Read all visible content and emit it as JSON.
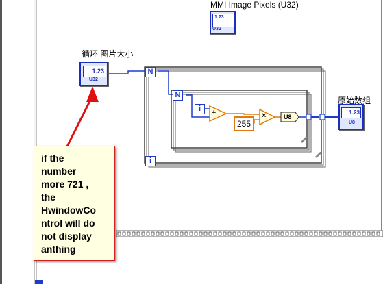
{
  "labels": {
    "mmi_title": "MMI Image Pixels (U32)",
    "loop_label": "循环 图片大小",
    "output_label": "原始数组"
  },
  "terminals": {
    "mmi_numeric": "1.23",
    "mmi_dtype": "U32",
    "loop_numeric": "1.23",
    "loop_dtype": "U32",
    "out_numeric": "1.23",
    "out_dtype": "U8",
    "constant_255": "255",
    "to_u8": "U8"
  },
  "loops": {
    "outer_count": "N",
    "outer_iter": "i",
    "inner_count": "N",
    "inner_iter": "i"
  },
  "functions": {
    "divide": "÷",
    "multiply": "×"
  },
  "annotation": {
    "text": "if the\nnumber\nmore 721 ,\nthe\nHwindowCo\nntrol will do\nnot display\nanthing"
  },
  "colors": {
    "wire_blue": "#1e3cc8",
    "wire_orange": "#e07a10",
    "note_border": "#d02020",
    "note_bg": "#ffffe1"
  }
}
